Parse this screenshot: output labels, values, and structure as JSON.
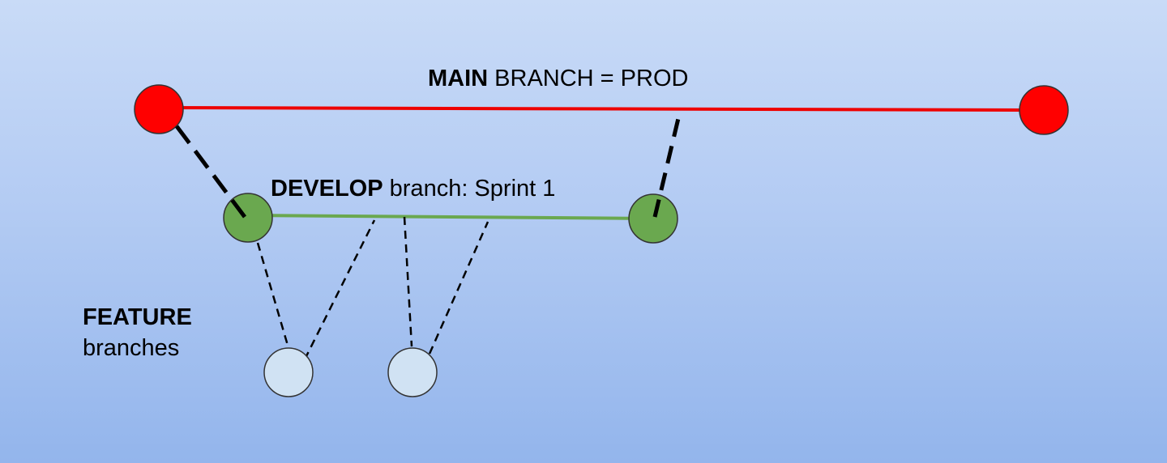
{
  "main_branch": {
    "label_bold": "MAIN",
    "label_rest": " BRANCH = PROD",
    "color": "#ee0000",
    "node_color": "#ff0000"
  },
  "develop_branch": {
    "label_bold": "DEVELOP",
    "label_rest": " branch: Sprint 1",
    "color": "#6aa84f",
    "node_color": "#6aa84f"
  },
  "feature_branches": {
    "label_bold": "FEATURE",
    "label_rest": "branches",
    "node_color": "#d0e2f3"
  }
}
